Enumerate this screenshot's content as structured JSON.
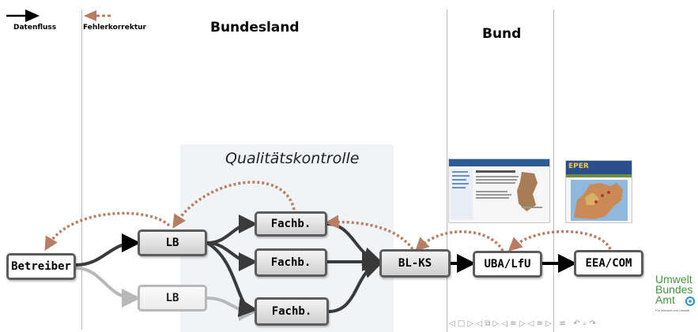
{
  "legend": {
    "dataflow_label": "Datenfluss",
    "correction_label": "Fehlerkorrektur"
  },
  "sections": {
    "state": "Bundesland",
    "federal": "Bund"
  },
  "quality_control": "Qualitätskontrolle",
  "nodes": {
    "operator": "Betreiber",
    "lb_top": "LB",
    "lb_bottom": "LB",
    "fachb_1": "Fachb.",
    "fachb_2": "Fachb.",
    "fachb_3": "Fachb.",
    "bl_ks": "BL-KS",
    "uba": "UBA/LfU",
    "eea": "EEA/COM"
  },
  "thumbnails": {
    "eper_title": "EPER"
  },
  "logo": {
    "line1": "Umwelt",
    "line2": "Bundes",
    "line3": "Amt",
    "tagline": "Für Mensch und Umwelt"
  },
  "colors": {
    "flow": "#3a3a3a",
    "correction": "#b97d63",
    "faded": "#b8b8b8",
    "logo": "#3e9a3a"
  },
  "nav_symbols": "◁ □ ▷ ◁ ⧉ ▷ ◁ ≡ ▷ ◁ ≡ ▷   ≡   ↶ ⌕ ↷"
}
